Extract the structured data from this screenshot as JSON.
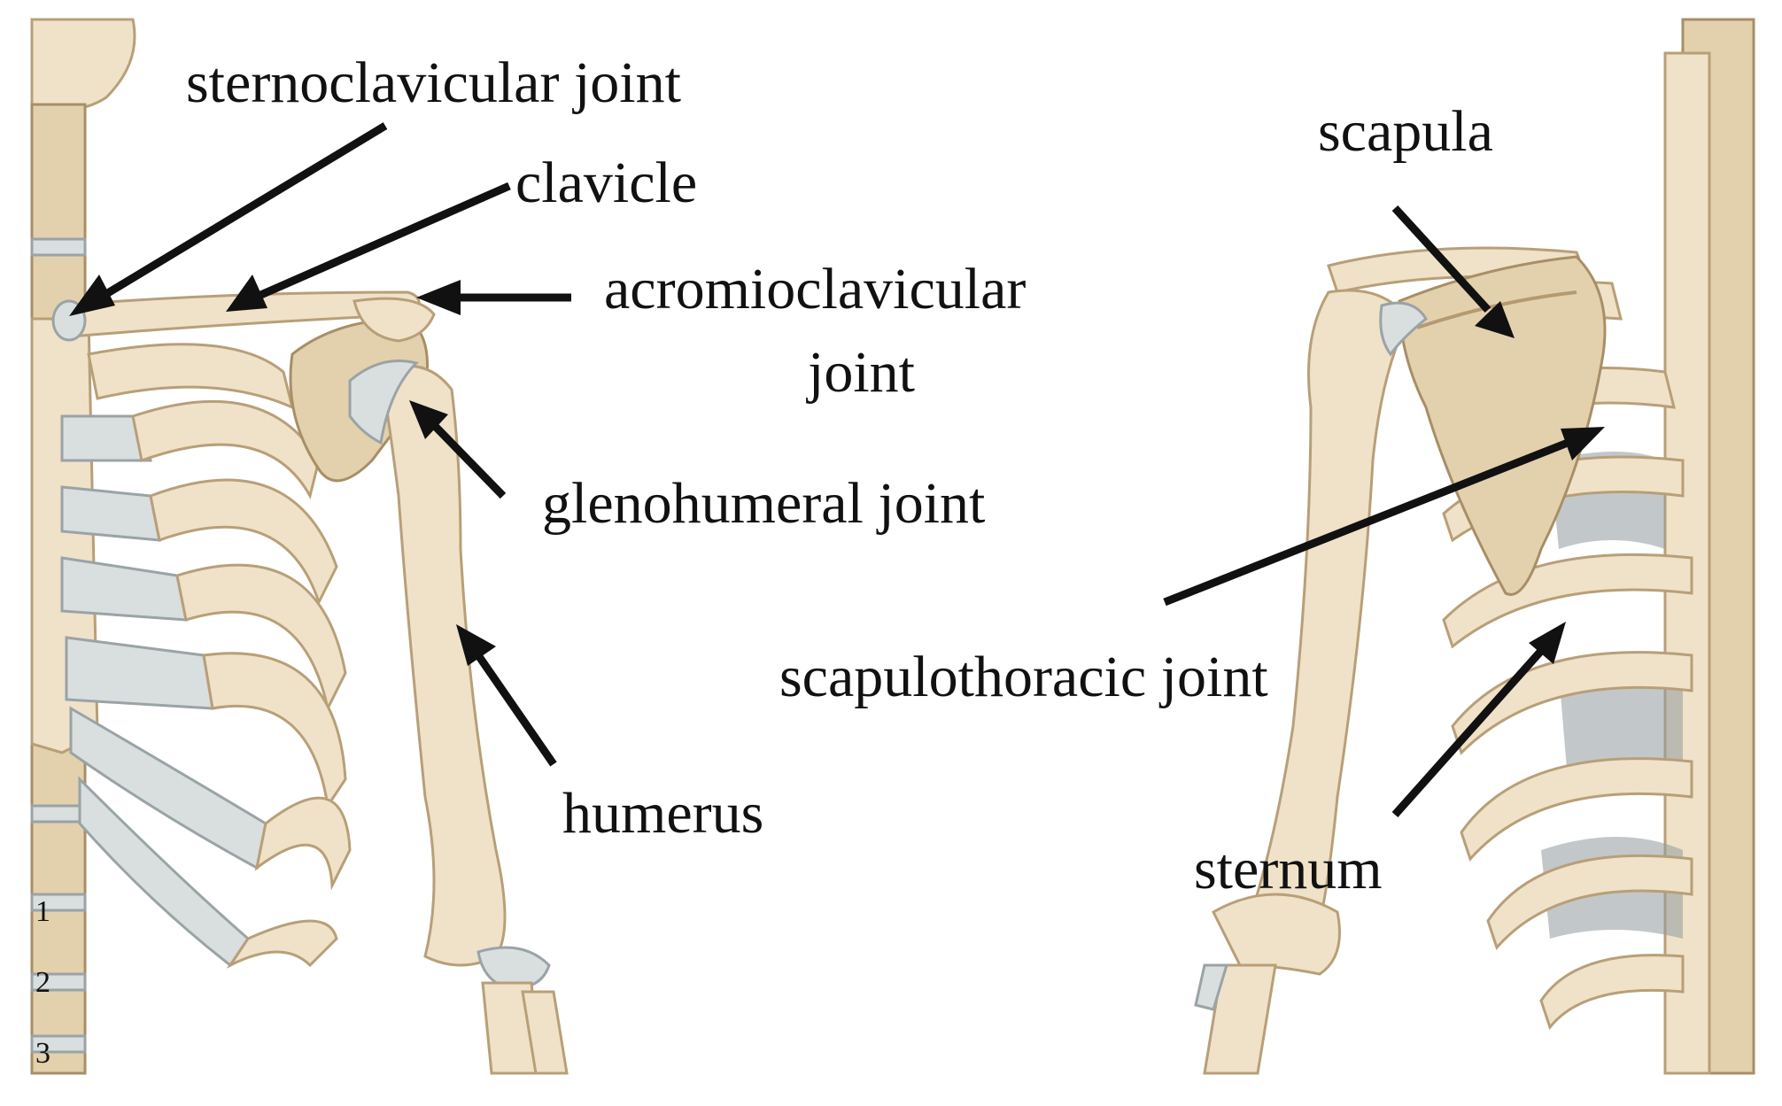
{
  "labels": {
    "sternoclavicular": "sternoclavicular joint",
    "clavicle": "clavicle",
    "acromio_line1": "acromioclavicular",
    "acromio_line2": "joint",
    "glenohumeral": "glenohumeral joint",
    "humerus": "humerus",
    "scapula": "scapula",
    "scapulothoracic": "scapulothoracic joint",
    "sternum": "sternum"
  },
  "vertebra_numbers": [
    "1",
    "2",
    "3"
  ],
  "colors": {
    "bone": "#efe2c8",
    "cartilage": "#d9dedf",
    "text": "#111111",
    "background": "#ffffff"
  }
}
